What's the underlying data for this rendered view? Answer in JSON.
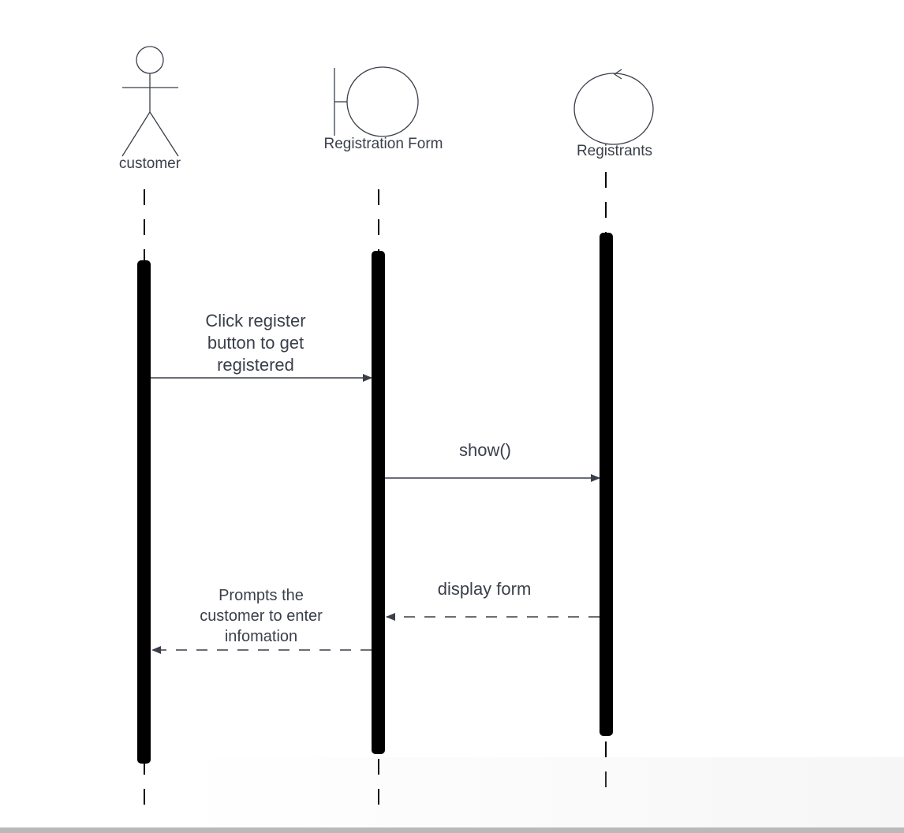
{
  "participants": [
    {
      "id": "customer",
      "label": "customer",
      "kind": "actor"
    },
    {
      "id": "registration-form",
      "label": "Registration Form",
      "kind": "boundary"
    },
    {
      "id": "registrants",
      "label": "Registrants",
      "kind": "control"
    }
  ],
  "messages": [
    {
      "from": "customer",
      "to": "registration-form",
      "label": "Click register button to get registered",
      "style": "solid"
    },
    {
      "from": "registration-form",
      "to": "registrants",
      "label": "show()",
      "style": "solid"
    },
    {
      "from": "registrants",
      "to": "registration-form",
      "label": "display form",
      "style": "dashed"
    },
    {
      "from": "registration-form",
      "to": "customer",
      "label": "Prompts the customer to enter infomation",
      "style": "dashed"
    }
  ],
  "colors": {
    "line": "#3a3f4a",
    "activation": "#000000",
    "text": "#3a3f4a"
  }
}
